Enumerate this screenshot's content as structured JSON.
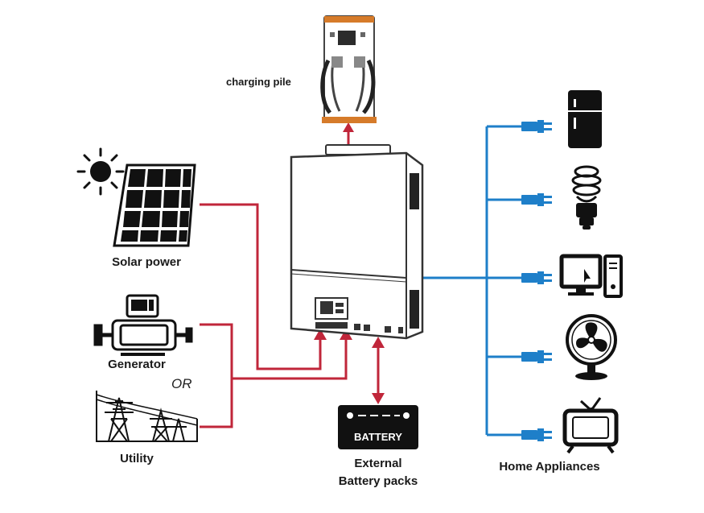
{
  "labels": {
    "charging_pile": "charging pile",
    "solar_power": "Solar power",
    "generator": "Generator",
    "or": "OR",
    "utility": "Utility",
    "battery": "BATTERY",
    "external_line1": "External",
    "external_line2": "Battery packs",
    "home_appliances": "Home Appliances"
  },
  "colors": {
    "input_line": "#c0263a",
    "output_line": "#1e7fc9",
    "device_outline": "#333333"
  },
  "icons": [
    "sun-icon",
    "solar-panel-icon",
    "generator-icon",
    "utility-tower-icon",
    "inverter-icon",
    "charging-pile-icon",
    "battery-icon",
    "plug-icon",
    "fridge-icon",
    "bulb-icon",
    "computer-icon",
    "fan-icon",
    "tv-icon"
  ]
}
